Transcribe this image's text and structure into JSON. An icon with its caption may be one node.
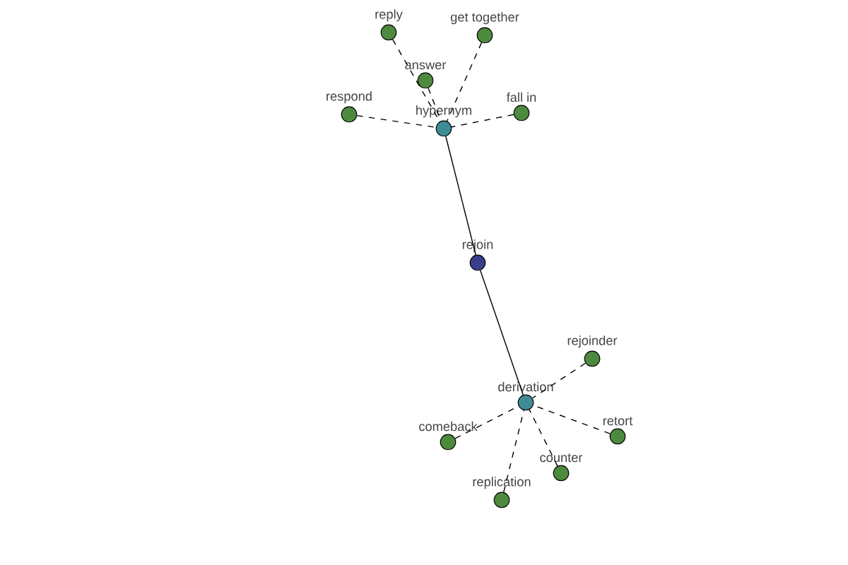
{
  "diagram": {
    "nodes": [
      {
        "text": [],
        "shape": "circle",
        "beside": [
          "reply"
        ]
      },
      {
        "text": [],
        "shape": "circle",
        "beside": [
          "get together"
        ]
      },
      {
        "text": [],
        "shape": "circle",
        "beside": [
          "answer"
        ]
      },
      {
        "text": [],
        "shape": "circle",
        "beside": [
          "respond"
        ]
      },
      {
        "text": [],
        "shape": "circle",
        "beside": [
          "fall in"
        ]
      },
      {
        "text": [],
        "shape": "circle",
        "beside": [
          "hypernym"
        ]
      },
      {
        "text": [],
        "shape": "circle",
        "beside": [
          "rejoin"
        ]
      },
      {
        "text": [],
        "shape": "circle",
        "beside": [
          "rejoinder"
        ]
      },
      {
        "text": [],
        "shape": "circle",
        "beside": [
          "derivation"
        ]
      },
      {
        "text": [],
        "shape": "circle",
        "beside": [
          "retort"
        ]
      },
      {
        "text": [],
        "shape": "circle",
        "beside": [
          "comeback"
        ]
      },
      {
        "text": [],
        "shape": "circle",
        "beside": [
          "counter"
        ]
      },
      {
        "text": [],
        "shape": "circle",
        "beside": [
          "replication"
        ]
      }
    ],
    "edges": [
      {
        "from": 0,
        "to": 5,
        "arrow": "none",
        "style": "dashed"
      },
      {
        "from": 1,
        "to": 5,
        "arrow": "none",
        "style": "dashed"
      },
      {
        "from": 2,
        "to": 5,
        "arrow": "none",
        "style": "dashed"
      },
      {
        "from": 3,
        "to": 5,
        "arrow": "none",
        "style": "dashed"
      },
      {
        "from": 4,
        "to": 5,
        "arrow": "none",
        "style": "dashed"
      },
      {
        "from": 5,
        "to": 6,
        "arrow": "none"
      },
      {
        "from": 6,
        "to": 8,
        "arrow": "none"
      },
      {
        "from": 7,
        "to": 8,
        "arrow": "none",
        "style": "dashed"
      },
      {
        "from": 9,
        "to": 8,
        "arrow": "none",
        "style": "dashed"
      },
      {
        "from": 10,
        "to": 8,
        "arrow": "none",
        "style": "dashed"
      },
      {
        "from": 11,
        "to": 8,
        "arrow": "none",
        "style": "dashed"
      },
      {
        "from": 12,
        "to": 8,
        "arrow": "none",
        "style": "dashed"
      }
    ]
  }
}
